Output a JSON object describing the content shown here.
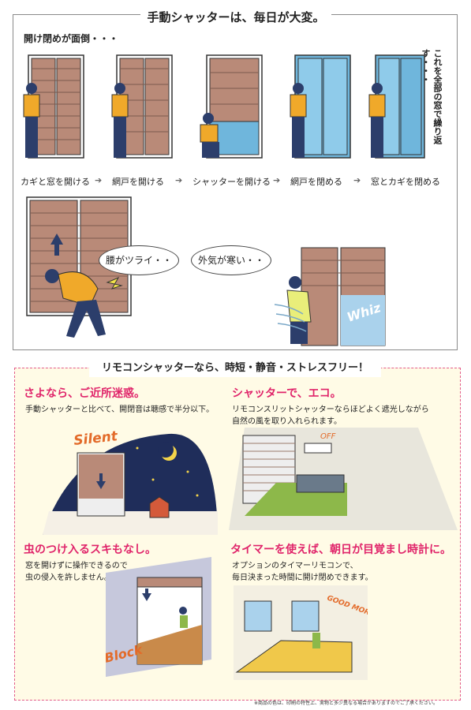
{
  "top": {
    "title": "手動シャッターは、毎日が大変。",
    "subtitle": "開け閉めが面倒・・・",
    "vertical_note": "これを全部の窓で繰り返す・・・",
    "steps": [
      "カギと窓を開ける",
      "網戸を開ける",
      "シャッターを開ける",
      "網戸を閉める",
      "窓とカギを閉める"
    ],
    "arrow": "➔",
    "bubble_back": "腰がツライ・・",
    "bubble_cold": "外気が寒い・・",
    "whiz": "Whiz"
  },
  "bottom": {
    "title": "リモコンシャッターなら、時短・静音・ストレスフリー！",
    "features": [
      {
        "heading": "さよなら、ご近所迷惑。",
        "body": "手動シャッターと比べて、開閉音は聴感で半分以下。",
        "art_word": "Silent"
      },
      {
        "heading": "シャッターで、エコ。",
        "body": "リモコンスリットシャッターならほどよく遮光しながら\n自然の風を取り入れられます。",
        "art_word": "OFF"
      },
      {
        "heading": "虫のつけ入るスキもなし。",
        "body": "窓を開けずに操作できるので\n虫の侵入を許しません。",
        "art_word": "Block"
      },
      {
        "heading": "タイマーを使えば、朝日が目覚まし時計に。",
        "body": "オプションのタイマーリモコンで、\n毎日決まった時間に開け閉めできます。",
        "art_word": "GOOD MORNING"
      }
    ],
    "footnote": "※商品の色は、印刷の特性上、実物と多少異なる場合がありますのでご了承ください。"
  },
  "colors": {
    "accent": "#e0246a",
    "shutter": "#b98a78",
    "sky": "#6fb6dc",
    "figure_blue": "#2c3e6b",
    "figure_yellow": "#f0a92a"
  }
}
